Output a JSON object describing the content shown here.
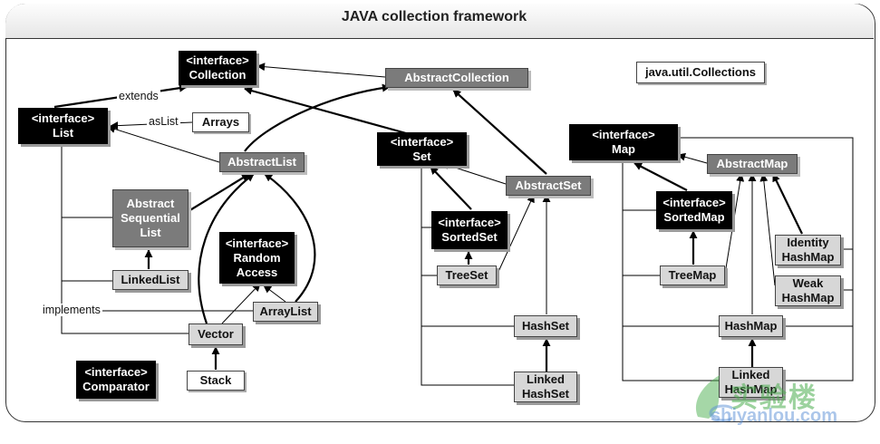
{
  "title": "JAVA collection framework",
  "nodes": {
    "collection": [
      "<interface>",
      "Collection"
    ],
    "abstract_collection": [
      "AbstractCollection"
    ],
    "collections_util": [
      "java.util.Collections"
    ],
    "list": [
      "<interface>",
      "List"
    ],
    "arrays": [
      "Arrays"
    ],
    "abstract_list": [
      "AbstractList"
    ],
    "set": [
      "<interface>",
      "Set"
    ],
    "abstract_set": [
      "AbstractSet"
    ],
    "map": [
      "<interface>",
      "Map"
    ],
    "abstract_map": [
      "AbstractMap"
    ],
    "abstract_sequential_list": [
      "Abstract",
      "Sequential",
      "List"
    ],
    "sorted_set": [
      "<interface>",
      "SortedSet"
    ],
    "sorted_map": [
      "<interface>",
      "SortedMap"
    ],
    "random_access": [
      "<interface>",
      "Random",
      "Access"
    ],
    "identity_hashmap": [
      "Identity",
      "HashMap"
    ],
    "tree_set": [
      "TreeSet"
    ],
    "tree_map": [
      "TreeMap"
    ],
    "linked_list": [
      "LinkedList"
    ],
    "weak_hashmap": [
      "Weak",
      "HashMap"
    ],
    "array_list": [
      "ArrayList"
    ],
    "vector": [
      "Vector"
    ],
    "hash_set": [
      "HashSet"
    ],
    "hash_map": [
      "HashMap"
    ],
    "comparator": [
      "<interface>",
      "Comparator"
    ],
    "stack": [
      "Stack"
    ],
    "linked_hash_set": [
      "Linked",
      "HashSet"
    ],
    "linked_hash_map": [
      "Linked",
      "HashMap"
    ]
  },
  "labels": {
    "extends": "extends",
    "as_list": "asList",
    "implements": "implements"
  },
  "watermark": {
    "brand_cn": "实验楼",
    "brand_sub": "shiyanlou.com"
  }
}
